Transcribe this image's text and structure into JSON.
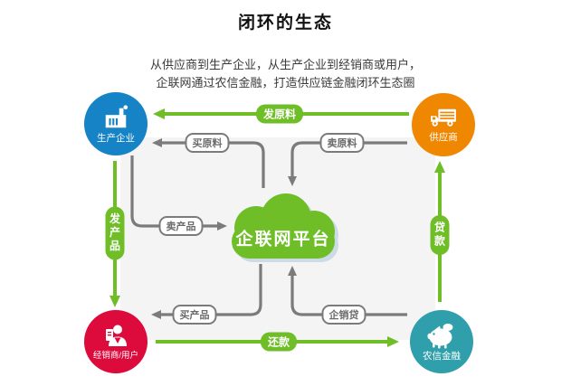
{
  "title": "闭环的生态",
  "subtitle_line1": "从供应商到生产企业，从生产企业到经销商或用户，",
  "subtitle_line2": "企联网通过农信金融，打造供应链金融闭环生态圈",
  "platform": {
    "label": "企联网平台",
    "color": "#6fbe28"
  },
  "nodes": {
    "producer": {
      "label": "生产企业",
      "icon": "factory-icon",
      "color": "#1583c5"
    },
    "supplier": {
      "label": "供应商",
      "icon": "truck-icon",
      "color": "#ef8700"
    },
    "distributor": {
      "label": "经销商/用户",
      "icon": "person-icon",
      "color": "#dd0a3c"
    },
    "finance": {
      "label": "农信金融",
      "icon": "piggy-bank-icon",
      "color": "#2f9fab"
    }
  },
  "outer_flows": {
    "send_materials": {
      "label": "发原料",
      "from": "供应商",
      "to": "生产企业"
    },
    "send_products": {
      "label": "发产品",
      "from": "生产企业",
      "to": "经销商/用户"
    },
    "loan": {
      "label": "贷款",
      "from": "农信金融",
      "to": "供应商"
    },
    "repayment": {
      "label": "还款",
      "from": "经销商/用户",
      "to": "农信金融"
    }
  },
  "inner_flows": {
    "buy_materials": {
      "label": "买原料",
      "from": "企联网平台",
      "to": "生产企业"
    },
    "sell_materials": {
      "label": "卖原料",
      "from": "供应商",
      "to": "企联网平台"
    },
    "sell_products": {
      "label": "卖产品",
      "from": "生产企业",
      "to": "企联网平台"
    },
    "buy_products": {
      "label": "买产品",
      "from": "企联网平台",
      "to": "经销商/用户"
    },
    "sales_loan": {
      "label": "企销贷",
      "from": "农信金融",
      "to": "企联网平台"
    }
  },
  "colors": {
    "green_flow": "#6fbe28",
    "gray_flow": "#7b7b7b",
    "panel_background": "#f4f4f4",
    "cloud_shadow": "#ccdbe6",
    "producer_blue": "#1583c5",
    "supplier_orange": "#ef8700",
    "distributor_red": "#dd0a3c",
    "finance_teal": "#2f9fab"
  }
}
